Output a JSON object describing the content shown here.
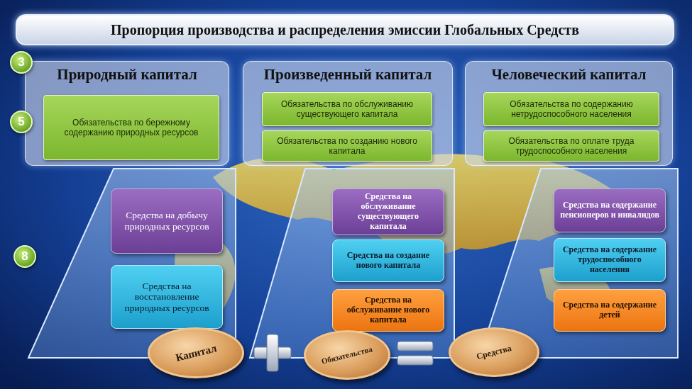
{
  "diagram": {
    "title": "Пропорция производства и распределения эмиссии Глобальных Средств",
    "nodes": [
      {
        "text": [
          "Природный капитал"
        ]
      },
      {
        "text": [
          "Обязательства по бережному содержанию природных ресурсов"
        ],
        "in": 0
      },
      {
        "text": [
          "Произведенный капитал"
        ]
      },
      {
        "text": [
          "Обязательства по обслуживанию существующего капитала"
        ],
        "in": 2
      },
      {
        "text": [
          "Обязательства по созданию нового капитала"
        ],
        "in": 2
      },
      {
        "text": [
          "Человеческий капитал"
        ]
      },
      {
        "text": [
          "Обязательства по содержанию нетрудоспособного населения"
        ],
        "in": 5
      },
      {
        "text": [
          "Обязательства по оплате труда трудоспособного населения"
        ],
        "in": 5
      },
      {
        "text": [
          "Средства на добычу природных ресурсов"
        ]
      },
      {
        "text": [
          "Средства на восстановление природных ресурсов"
        ]
      },
      {
        "text": [
          "Средства на обслуживание существующего капитала"
        ]
      },
      {
        "text": [
          "Средства на создание нового капитала"
        ]
      },
      {
        "text": [
          "Средства на обслуживание нового капитала"
        ]
      },
      {
        "text": [
          "Средства на содержание пенсионеров и инвалидов"
        ]
      },
      {
        "text": [
          "Средства на содержание трудоспособного населения"
        ]
      },
      {
        "text": [
          "Средства на содержание детей"
        ]
      },
      {
        "text": [
          "Капитал"
        ]
      },
      {
        "text": [
          "Обязательства"
        ]
      },
      {
        "text": [
          "Средства"
        ]
      }
    ],
    "labels": [
      "3",
      "5",
      "8"
    ]
  }
}
